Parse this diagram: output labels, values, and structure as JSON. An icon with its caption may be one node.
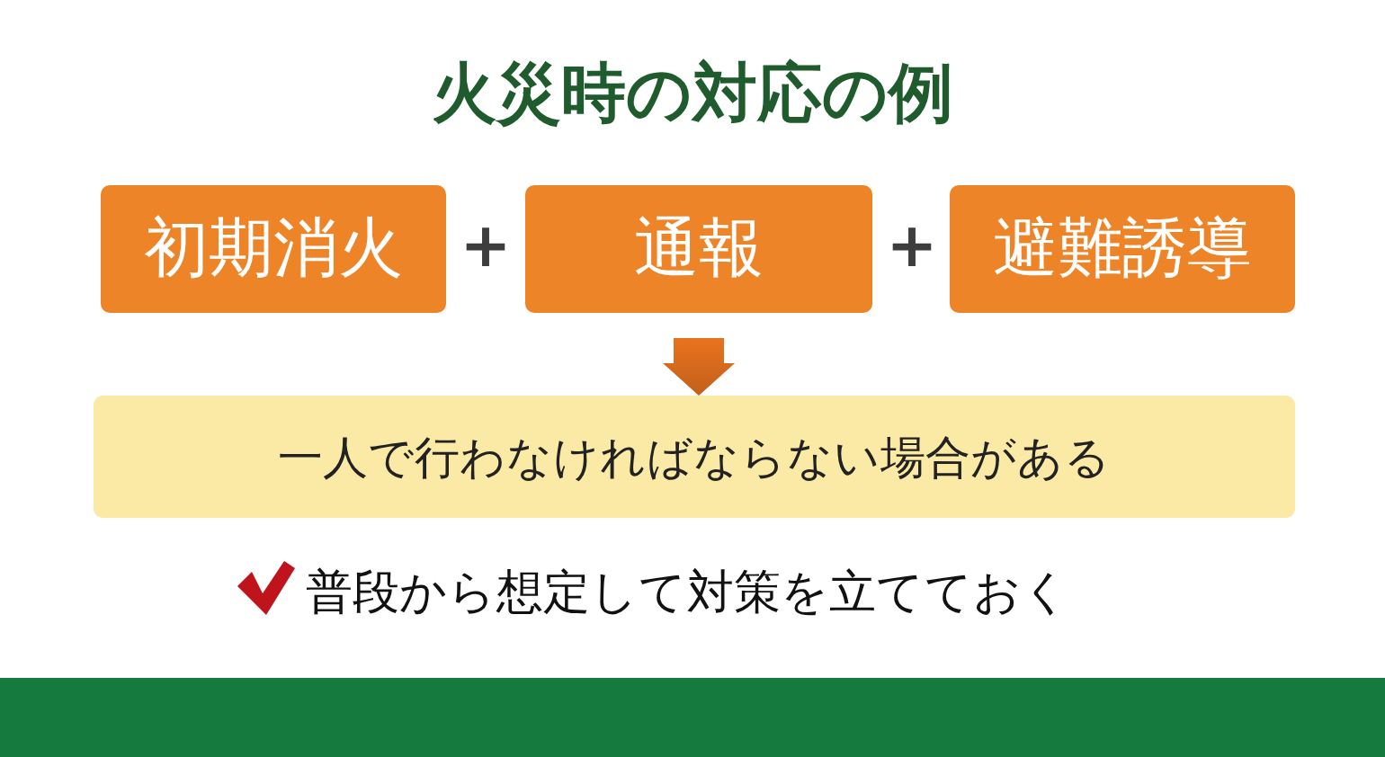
{
  "diagram": {
    "title": "火災時の対応の例",
    "nodes": [
      {
        "text": [
          "初期消火"
        ]
      },
      {
        "text": [
          "通報"
        ]
      },
      {
        "text": [
          "避難誘導"
        ]
      },
      {
        "text": [
          "一人で行わなければならない場合がある"
        ]
      }
    ],
    "edges": [
      {
        "from": 1,
        "to": 3,
        "arrow": "to",
        "style": "thick",
        "color": "#e8731f"
      }
    ],
    "labels": [
      "+",
      "+",
      "普段から想定して対策を立てておく"
    ]
  }
}
